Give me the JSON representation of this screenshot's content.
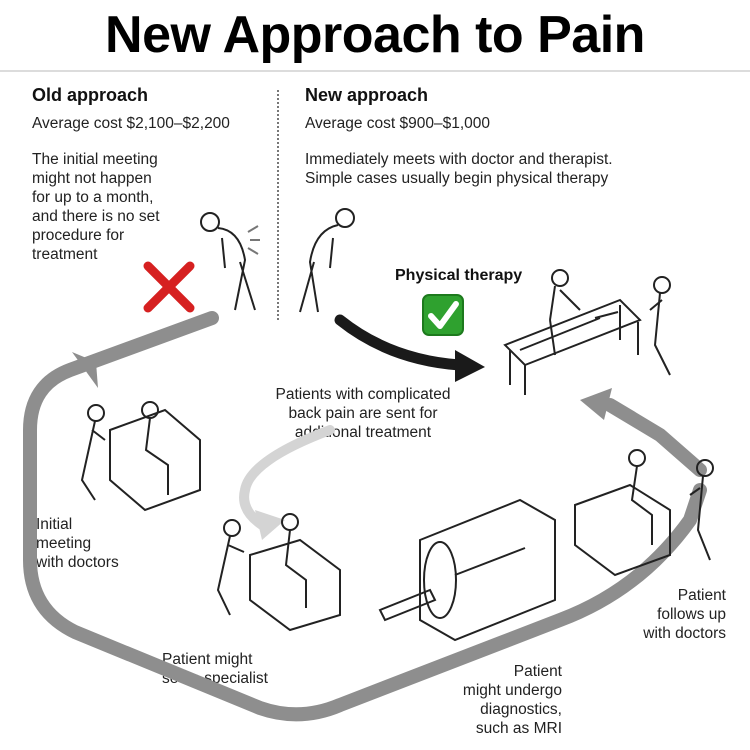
{
  "title": "New Approach to Pain",
  "old": {
    "heading": "Old approach",
    "cost": "Average cost $2,100–$2,200",
    "desc": [
      "The initial meeting",
      "might not happen",
      "for up to a month,",
      "and there is no set",
      "procedure for",
      "treatment"
    ]
  },
  "new": {
    "heading": "New approach",
    "cost": "Average cost $900–$1,000",
    "desc": [
      "Immediately meets with doctor and therapist.",
      "Simple cases usually begin physical therapy"
    ]
  },
  "physical_therapy_label": "Physical therapy",
  "complicated_note": [
    "Patients with complicated",
    "back pain are sent for",
    "additional treatment"
  ],
  "steps": {
    "initial": [
      "Initial",
      "meeting",
      "with doctors"
    ],
    "specialist": [
      "Patient might",
      "see a specialist"
    ],
    "diagnostics": [
      "Patient",
      "might undergo",
      "diagnostics,",
      "such as MRI"
    ],
    "follow_up": [
      "Patient",
      "follows up",
      "with doctors"
    ]
  },
  "colors": {
    "cross": "#d62020",
    "check": "#2fa12f",
    "loop": "#8e8e8e",
    "new_arrow": "#1a1a1a"
  }
}
